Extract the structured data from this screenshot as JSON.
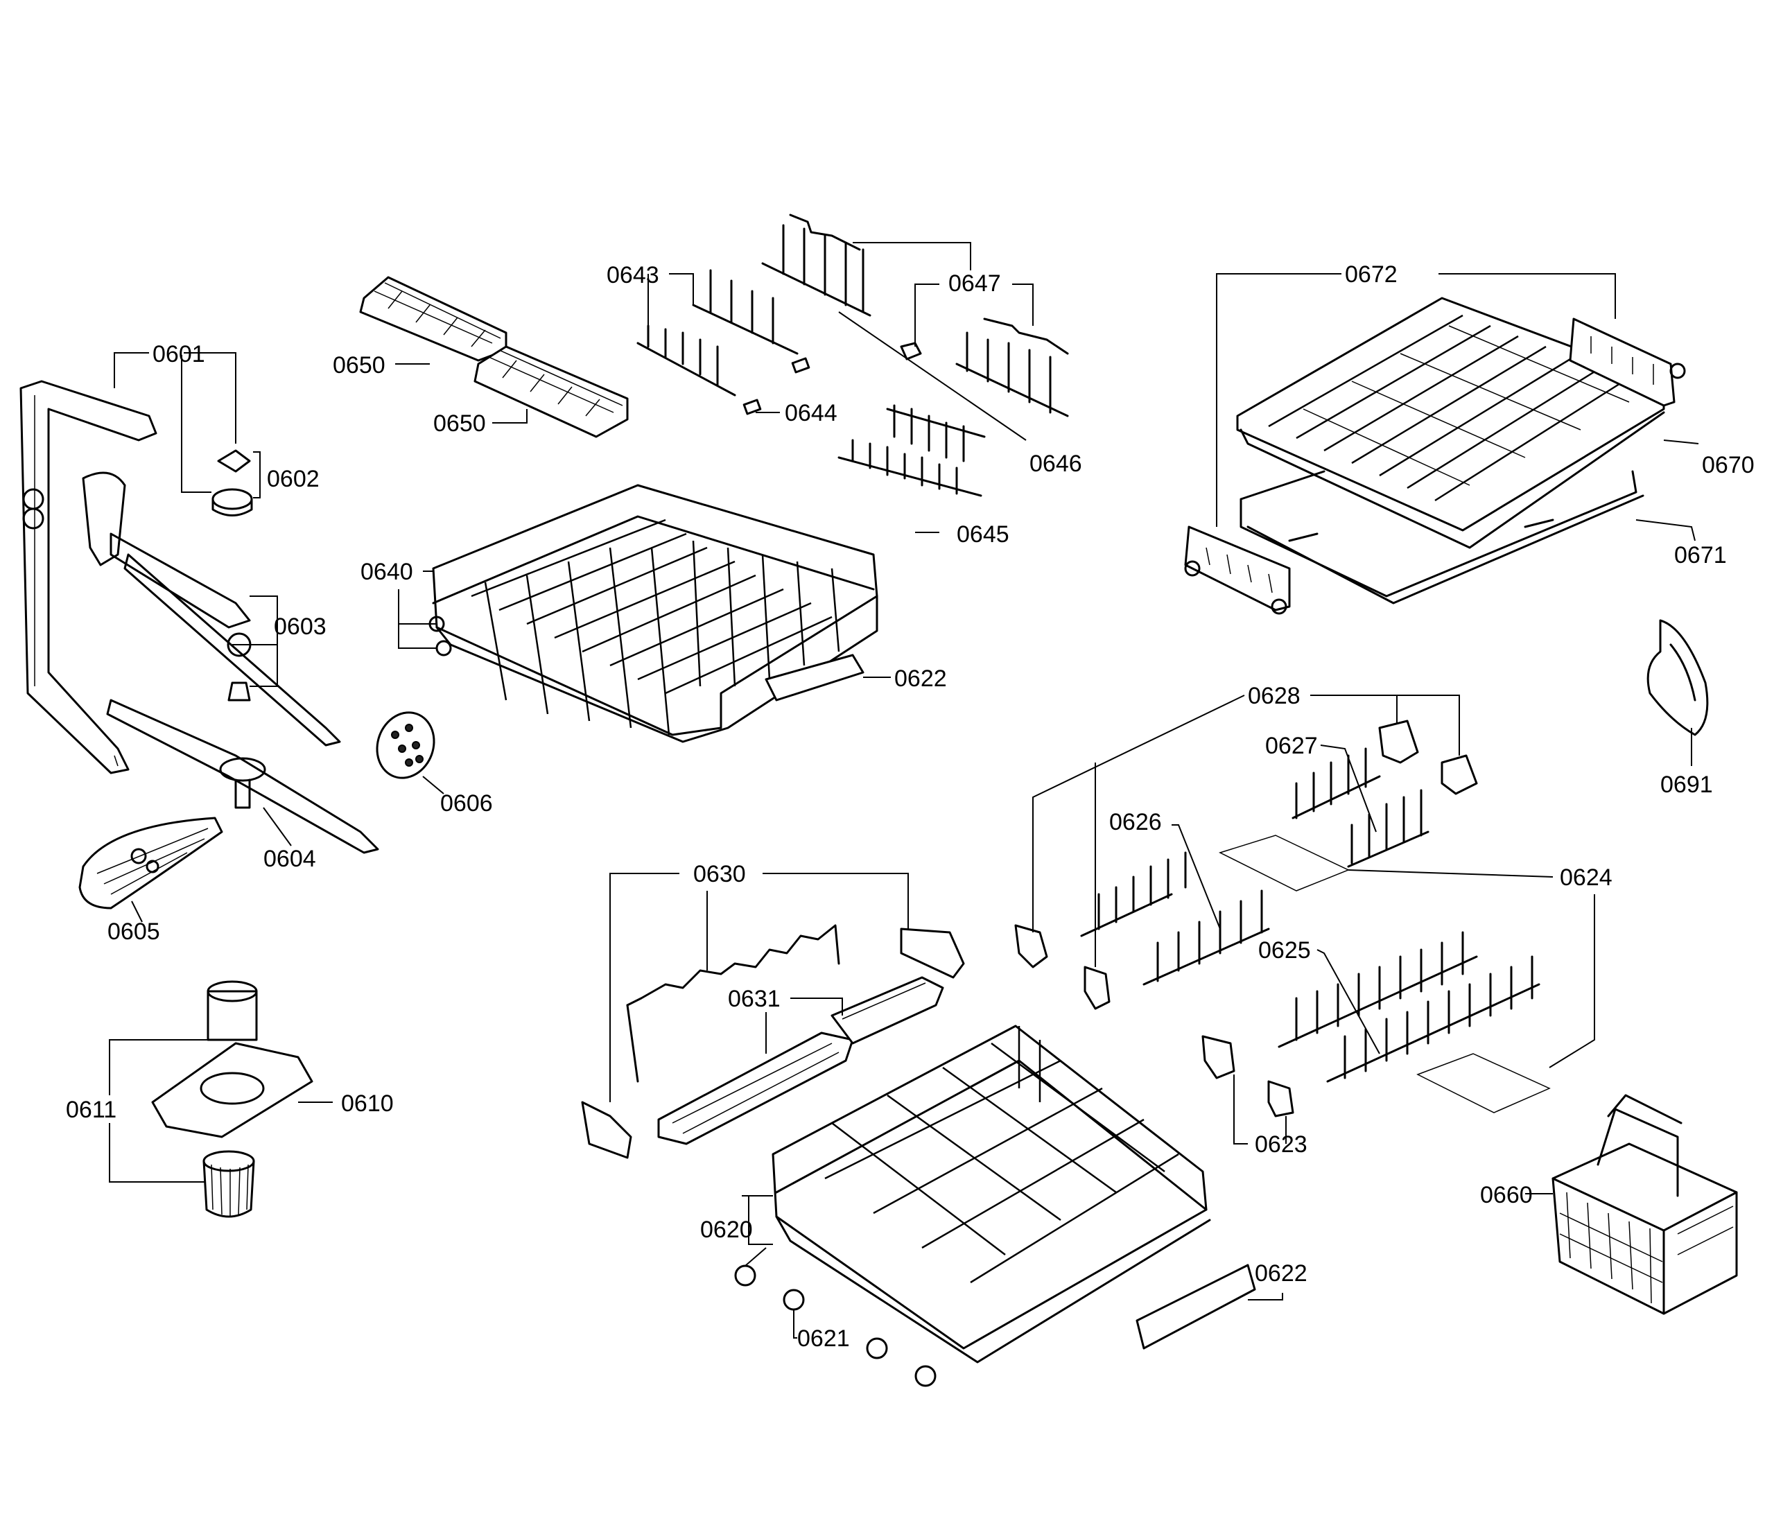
{
  "labels": {
    "p0601": "0601",
    "p0602": "0602",
    "p0603": "0603",
    "p0604": "0604",
    "p0605": "0605",
    "p0606": "0606",
    "p0610": "0610",
    "p0611": "0611",
    "p0620": "0620",
    "p0621": "0621",
    "p0622_top": "0622",
    "p0622_bottom": "0622",
    "p0623": "0623",
    "p0624": "0624",
    "p0625": "0625",
    "p0626": "0626",
    "p0627": "0627",
    "p0628": "0628",
    "p0630": "0630",
    "p0631": "0631",
    "p0640": "0640",
    "p0643": "0643",
    "p0644": "0644",
    "p0645": "0645",
    "p0646": "0646",
    "p0647": "0647",
    "p0650_a": "0650",
    "p0650_b": "0650",
    "p0660": "0660",
    "p0670": "0670",
    "p0671": "0671",
    "p0672": "0672",
    "p0691": "0691"
  }
}
